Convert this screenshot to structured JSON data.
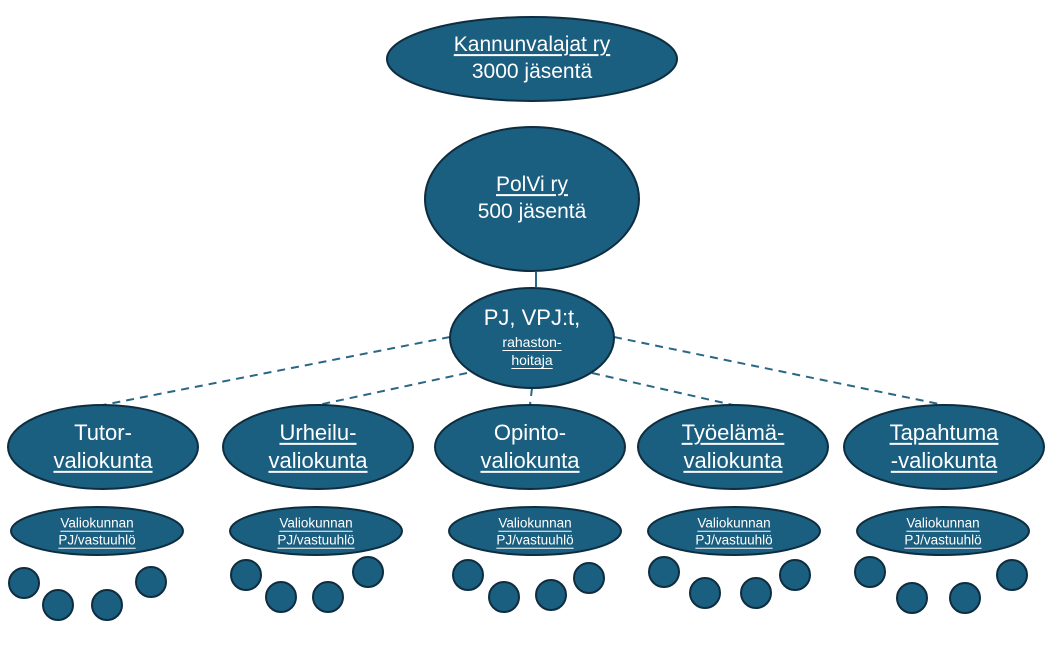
{
  "diagram": {
    "root": {
      "line1": "Kannunvalajat ry",
      "line2": "3000 jäsentä"
    },
    "org": {
      "line1": "PolVi ry",
      "line2": "500 jäsentä"
    },
    "board": {
      "line1": "PJ, VPJ:t,",
      "line2": "rahaston-",
      "line3": "hoitaja"
    },
    "committees": [
      {
        "line1": "Tutor-",
        "line2": "valiokunta",
        "lead1": "Valiokunnan",
        "lead2": "PJ/vastuuhlö",
        "members": 4
      },
      {
        "line1": "Urheilu-",
        "line2": "valiokunta",
        "lead1": "Valiokunnan",
        "lead2": "PJ/vastuuhlö",
        "members": 4
      },
      {
        "line1": "Opinto-",
        "line2": "valiokunta",
        "lead1": "Valiokunnan",
        "lead2": "PJ/vastuuhlö",
        "members": 4
      },
      {
        "line1": "Työelämä-",
        "line2": "valiokunta",
        "lead1": "Valiokunnan",
        "lead2": "PJ/vastuuhlö",
        "members": 4
      },
      {
        "line1": "Tapahtuma",
        "line2": "-valiokunta",
        "lead1": "Valiokunnan",
        "lead2": "PJ/vastuuhlö",
        "members": 4
      }
    ],
    "colors": {
      "node_fill": "#1a5e80",
      "node_stroke": "#0e2d3f",
      "connector": "#2a6685",
      "text": "#ffffff"
    }
  }
}
